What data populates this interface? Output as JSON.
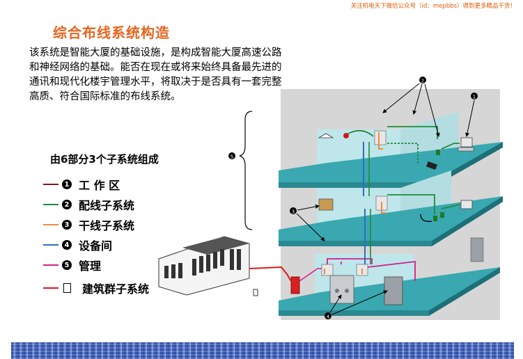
{
  "top_note": "关注机电天下微信公众号（id：mepbbs）得到更多精品干货！",
  "title": "综合布线系统构造",
  "intro": "该系统是智能大厦的基础设施，是构成智能大厦高速公路和神经网络的基础。能否在现在或将来始终具备最先进的通讯和现代化楼宇管理水平，将取决于是否具有一套完整高质、符合国际标准的布线系统。",
  "subtitle": "由6部分3个子系统组成",
  "legend": [
    {
      "num": "1",
      "label": "工 作 区",
      "color": "#7a1a1a"
    },
    {
      "num": "2",
      "label": "配线子系统",
      "color": "#1f8a3a"
    },
    {
      "num": "3",
      "label": "干线子系统",
      "color": "#f08a3c"
    },
    {
      "num": "4",
      "label": "设备间",
      "color": "#2c6fb8"
    },
    {
      "num": "5",
      "label": "管理",
      "color": "#d0208a"
    },
    {
      "num": "",
      "label": "建筑群子系统",
      "color": "#e01818"
    }
  ],
  "callouts": {
    "c1": "1",
    "c2": "2",
    "c3": "3",
    "c4": "4",
    "c5": "5"
  },
  "colors": {
    "title": "#e8641e",
    "floor": "#3aa8b0",
    "floor_dark": "#2a8890",
    "wall": "#bfe6ea",
    "backdrop": "#d8d8d8"
  }
}
